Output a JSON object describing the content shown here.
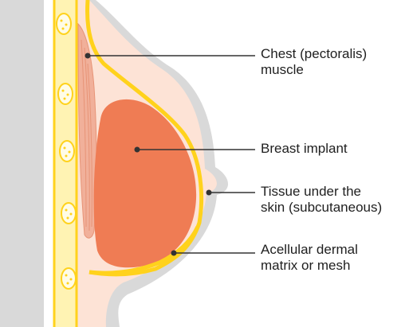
{
  "labels": [
    {
      "id": "chest-muscle",
      "lines": [
        "Chest (pectoralis)",
        "muscle"
      ]
    },
    {
      "id": "breast-implant",
      "lines": [
        "Breast implant"
      ]
    },
    {
      "id": "subcutaneous-tissue",
      "lines": [
        "Tissue under the",
        "skin (subcutaneous)"
      ]
    },
    {
      "id": "dermal-matrix",
      "lines": [
        "Acellular dermal",
        "matrix or mesh"
      ]
    }
  ],
  "colors": {
    "skin_outline": "#d9d9d9",
    "tissue": "#fde3d6",
    "implant": "#ef7c54",
    "muscle": "#f1b09a",
    "muscle_stroke": "#e79477",
    "fat_yellow": "#ffd21c",
    "fat_light": "#fff3b3",
    "rib_fill": "#fffce6",
    "leader_line": "#333333"
  }
}
